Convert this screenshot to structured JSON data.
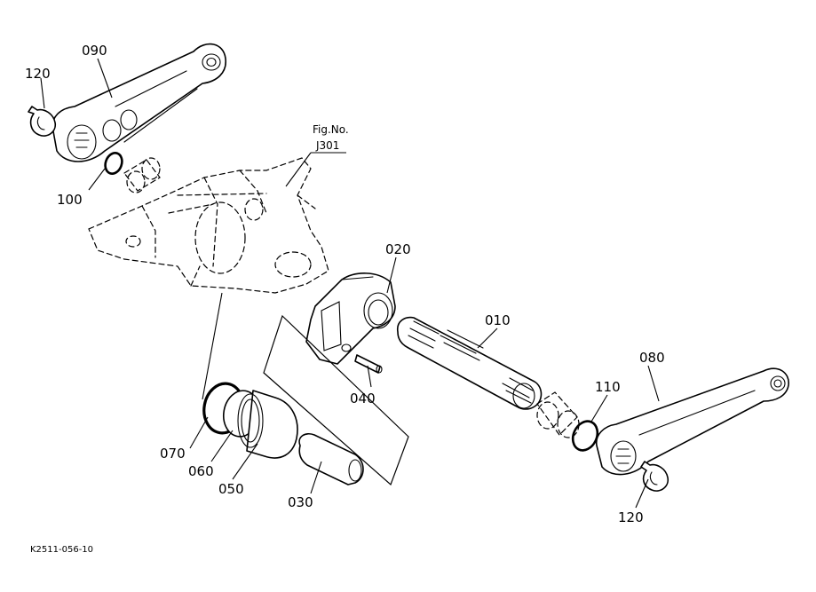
{
  "fig_ref": {
    "line1": "Fig.No.",
    "line2": "J301"
  },
  "labels": {
    "p010": "010",
    "p020": "020",
    "p030": "030",
    "p040": "040",
    "p050": "050",
    "p060": "060",
    "p070": "070",
    "p080": "080",
    "p090": "090",
    "p100": "100",
    "p110": "110",
    "p120_top": "120",
    "p120_bottom": "120"
  },
  "drawing_code": "K2511-056-10"
}
